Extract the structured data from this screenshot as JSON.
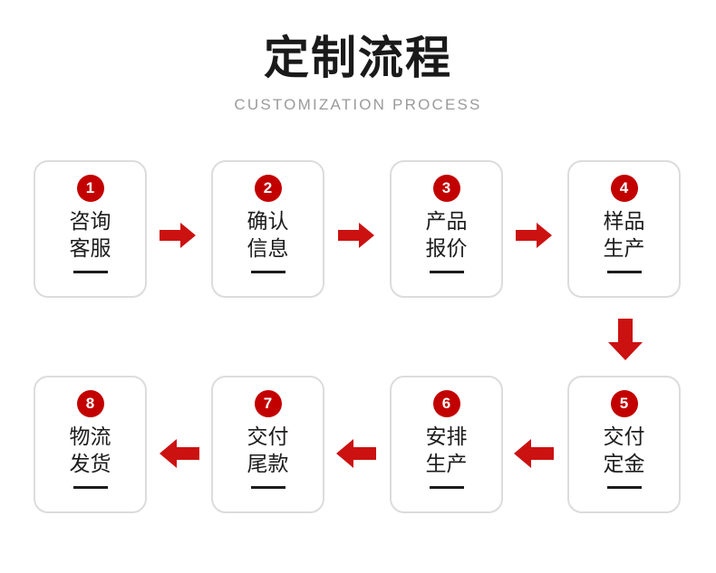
{
  "header": {
    "title": "定制流程",
    "subtitle": "CUSTOMIZATION PROCESS"
  },
  "colors": {
    "accent_red": "#c20000",
    "arrow_red": "#cc1111",
    "box_border": "#dcdcdc",
    "text_dark": "#1c1c1c",
    "subtitle_gray": "#9b9b9b",
    "background": "#ffffff"
  },
  "flow": {
    "rows": [
      {
        "direction": "right",
        "steps": [
          {
            "number": "1",
            "line1": "咨询",
            "line2": "客服"
          },
          {
            "number": "2",
            "line1": "确认",
            "line2": "信息"
          },
          {
            "number": "3",
            "line1": "产品",
            "line2": "报价"
          },
          {
            "number": "4",
            "line1": "样品",
            "line2": "生产"
          }
        ]
      },
      {
        "direction": "left",
        "steps": [
          {
            "number": "8",
            "line1": "物流",
            "line2": "发货"
          },
          {
            "number": "7",
            "line1": "交付",
            "line2": "尾款"
          },
          {
            "number": "6",
            "line1": "安排",
            "line2": "生产"
          },
          {
            "number": "5",
            "line1": "交付",
            "line2": "定金"
          }
        ]
      }
    ],
    "connectors": [
      {
        "icon": "arrow-right-icon",
        "from": "1",
        "to": "2"
      },
      {
        "icon": "arrow-right-icon",
        "from": "2",
        "to": "3"
      },
      {
        "icon": "arrow-right-icon",
        "from": "3",
        "to": "4"
      },
      {
        "icon": "arrow-down-icon",
        "from": "4",
        "to": "5"
      },
      {
        "icon": "arrow-left-icon",
        "from": "5",
        "to": "6"
      },
      {
        "icon": "arrow-left-icon",
        "from": "6",
        "to": "7"
      },
      {
        "icon": "arrow-left-icon",
        "from": "7",
        "to": "8"
      }
    ]
  }
}
